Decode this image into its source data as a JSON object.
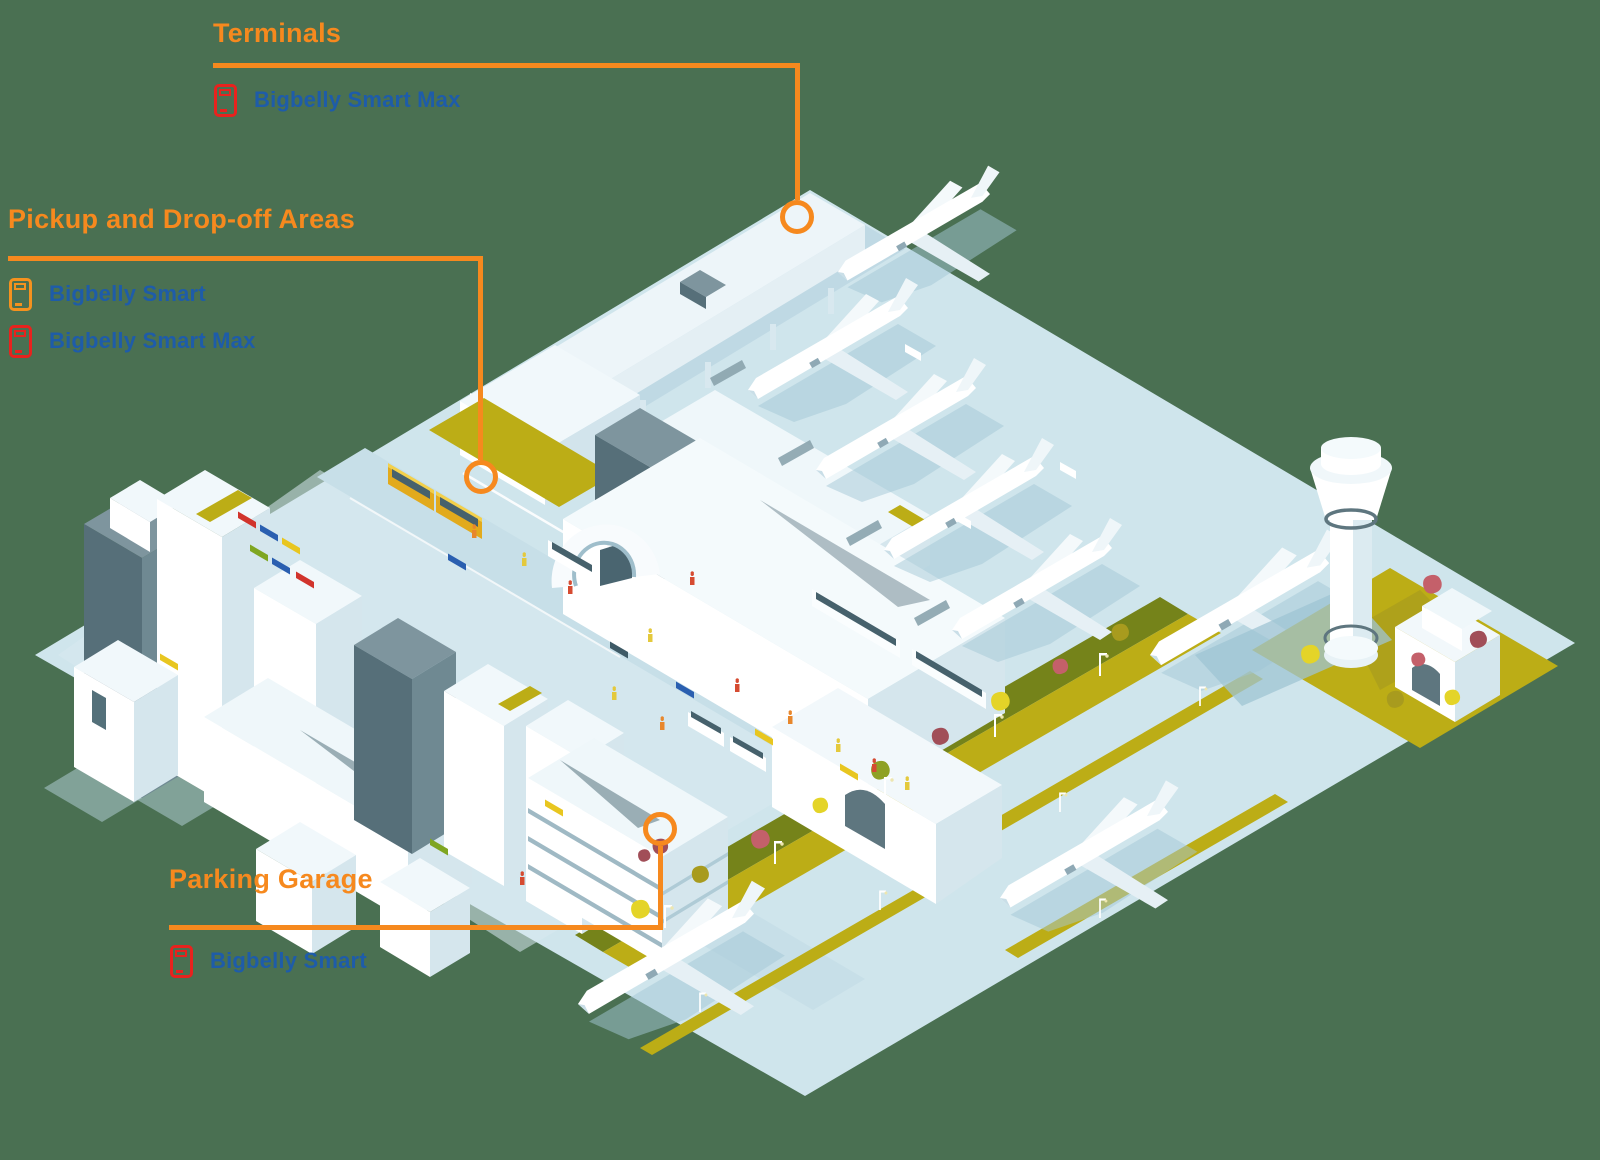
{
  "page": {
    "description": "Isometric airport illustration with Bigbelly product placement callouts",
    "background_color": "#4A7052"
  },
  "colors": {
    "accent_orange": "#F6891E",
    "label_blue": "#1E5CA9",
    "icon_red": "#E8221E",
    "icon_orange": "#F5921E",
    "ground_blue": "#CFE5EC",
    "median_olive": "#BCAD16",
    "median_dark_olive": "#75831A"
  },
  "callouts": {
    "terminals": {
      "title": "Terminals",
      "items": [
        {
          "icon": "bigbelly-smart-max-bin-icon",
          "icon_color": "#E8221E",
          "label": "Bigbelly Smart Max"
        }
      ]
    },
    "pickup_dropoff": {
      "title": "Pickup and Drop-off Areas",
      "items": [
        {
          "icon": "bigbelly-smart-bin-icon",
          "icon_color": "#F5921E",
          "label": "Bigbelly Smart"
        },
        {
          "icon": "bigbelly-smart-max-bin-icon",
          "icon_color": "#E8221E",
          "label": "Bigbelly Smart Max"
        }
      ]
    },
    "parking_garage": {
      "title": "Parking Garage",
      "items": [
        {
          "icon": "bigbelly-smart-bin-icon",
          "icon_color": "#E8221E",
          "label": "Bigbelly Smart"
        }
      ]
    }
  }
}
